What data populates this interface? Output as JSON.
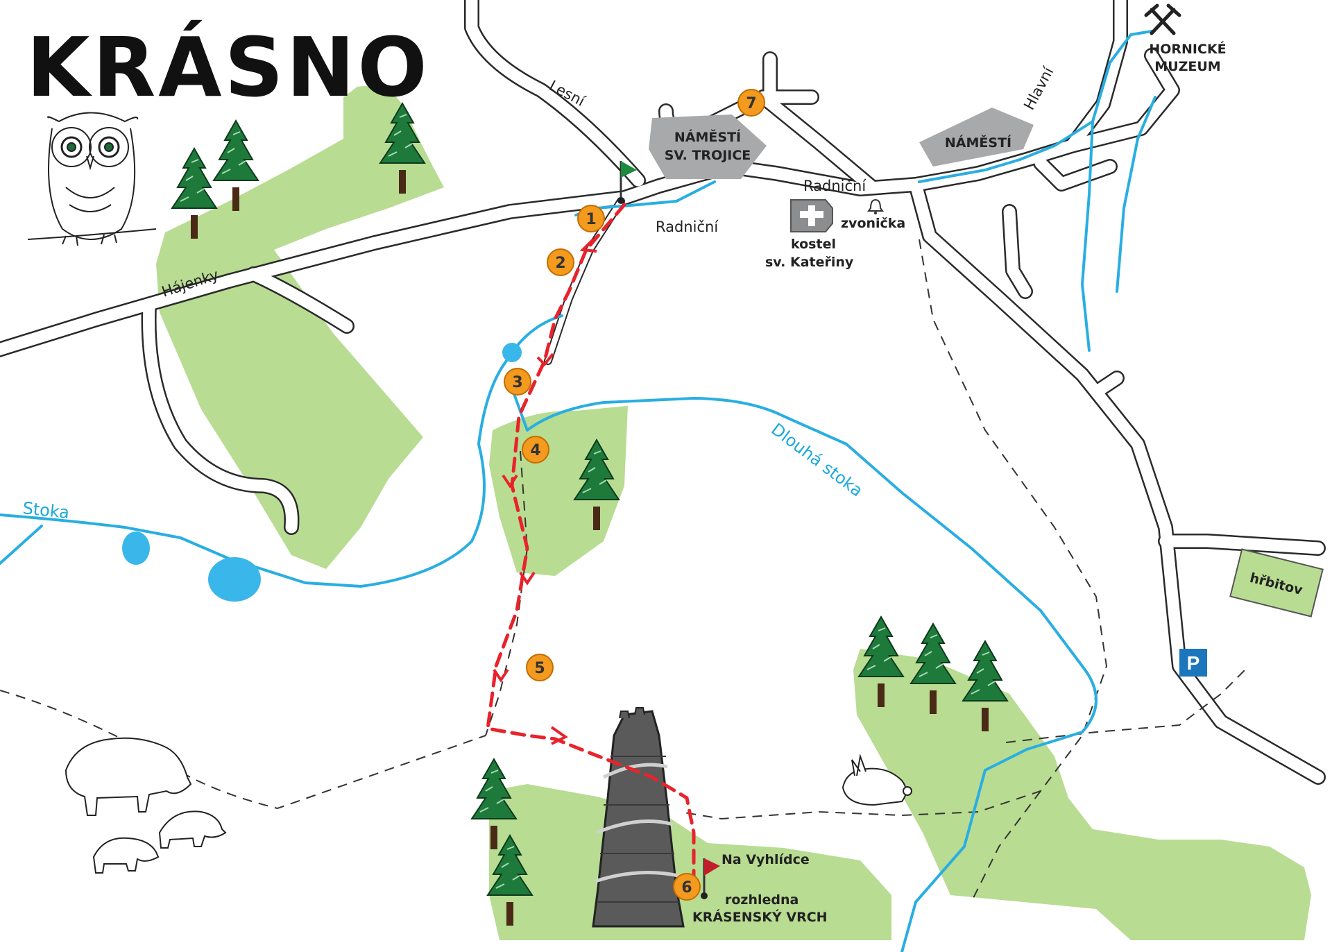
{
  "title": "KRÁSNO",
  "streets": {
    "lesni": "Lesní",
    "hajenky": "Hájenky",
    "radnicni_1": "Radniční",
    "radnicni_2": "Radniční",
    "hlavni": "Hlavní"
  },
  "squares": {
    "trojice_line1": "NÁMĚSTÍ",
    "trojice_line2": "SV. TROJICE",
    "namesti": "NÁMĚSTÍ"
  },
  "landmarks": {
    "church_line1": "kostel",
    "church_line2": "sv. Kateřiny",
    "bell": "zvonička",
    "museum_line1": "HORNICKÉ",
    "museum_line2": "MUZEUM",
    "cemetery": "hřbitov",
    "parking": "P",
    "viewpoint": "Na Vyhlídce",
    "tower_line1": "rozhledna",
    "tower_line2": "KRÁSENSKÝ VRCH"
  },
  "streams": {
    "stoka": "Stoka",
    "dlouha_stoka": "Dlouhá stoka"
  },
  "stops": [
    "1",
    "2",
    "3",
    "4",
    "5",
    "6",
    "7"
  ],
  "icons": [
    "owl-icon",
    "tree-icon",
    "boar-icon",
    "rabbit-icon",
    "crossed-hammers-icon",
    "bell-icon",
    "church-icon",
    "flag-icon",
    "lookout-tower-icon",
    "parking-icon"
  ],
  "colors": {
    "forest": "#b8dc92",
    "water": "#29aee2",
    "route": "#e8232b",
    "stop_marker": "#f39a1f",
    "square": "#a7a9ab",
    "parking": "#1b76bc"
  }
}
